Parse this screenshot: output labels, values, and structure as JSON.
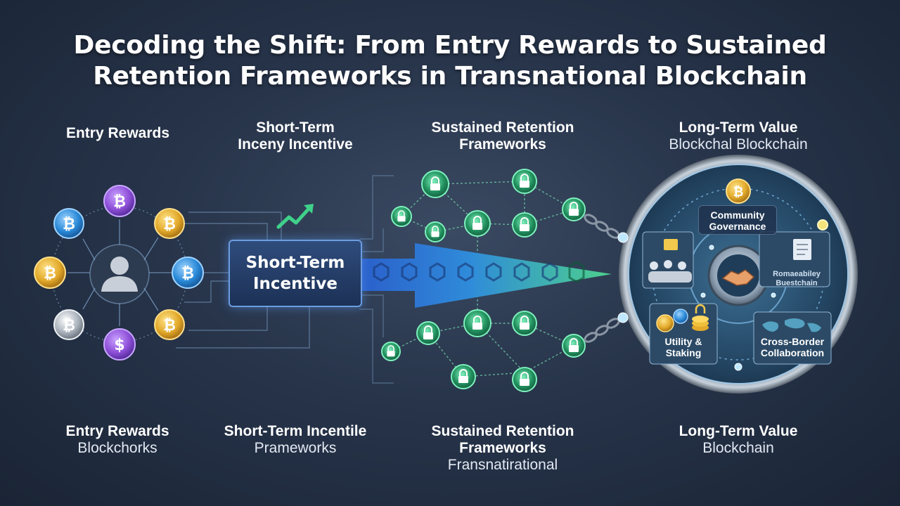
{
  "title": {
    "line1": "Decoding the Shift: From Entry Rewards to Sustained",
    "line2": "Retention Frameworks in Transnational Blockchain"
  },
  "top_labels": {
    "entry": "Entry Rewards",
    "short_term_1": "Short-Term",
    "short_term_2": "Inceny Incentive",
    "sustained_1": "Sustained Retention",
    "sustained_2": "Frameworks",
    "long_term_1": "Long-Term Value",
    "long_term_2": "Blockchal Blockchain"
  },
  "center_box": {
    "line1": "Short-Term",
    "line2": "Incentive"
  },
  "coins": {
    "bitcoin_symbol": "₿",
    "dollar_symbol": "$"
  },
  "hub": {
    "community_1": "Community",
    "community_2": "Governance",
    "right_small_1": "Romaeabiley",
    "right_small_2": "Buestchain",
    "utility_1": "Utility &",
    "utility_2": "Staking",
    "cross_1": "Cross-Border",
    "cross_2": "Collaboration"
  },
  "bottom_labels": {
    "entry_1": "Entry Rewards",
    "entry_2": "Blockchorks",
    "short_1": "Short-Term Incentile",
    "short_2": "Prameworks",
    "sustained_1": "Sustained Retention",
    "sustained_2": "Frameworks",
    "sustained_3": "Fransnatirational",
    "long_1": "Long-Term Value",
    "long_2": "Blockchain"
  },
  "colors": {
    "purple_coin": "#8e4fd8",
    "blue_coin": "#2a8ad8",
    "gold_coin": "#e2a92a",
    "silver_coin": "#aab2bc",
    "lock_green": "#3cbf86",
    "arrow_blue": "#2f6fe0",
    "arrow_green": "#4bd38e"
  }
}
